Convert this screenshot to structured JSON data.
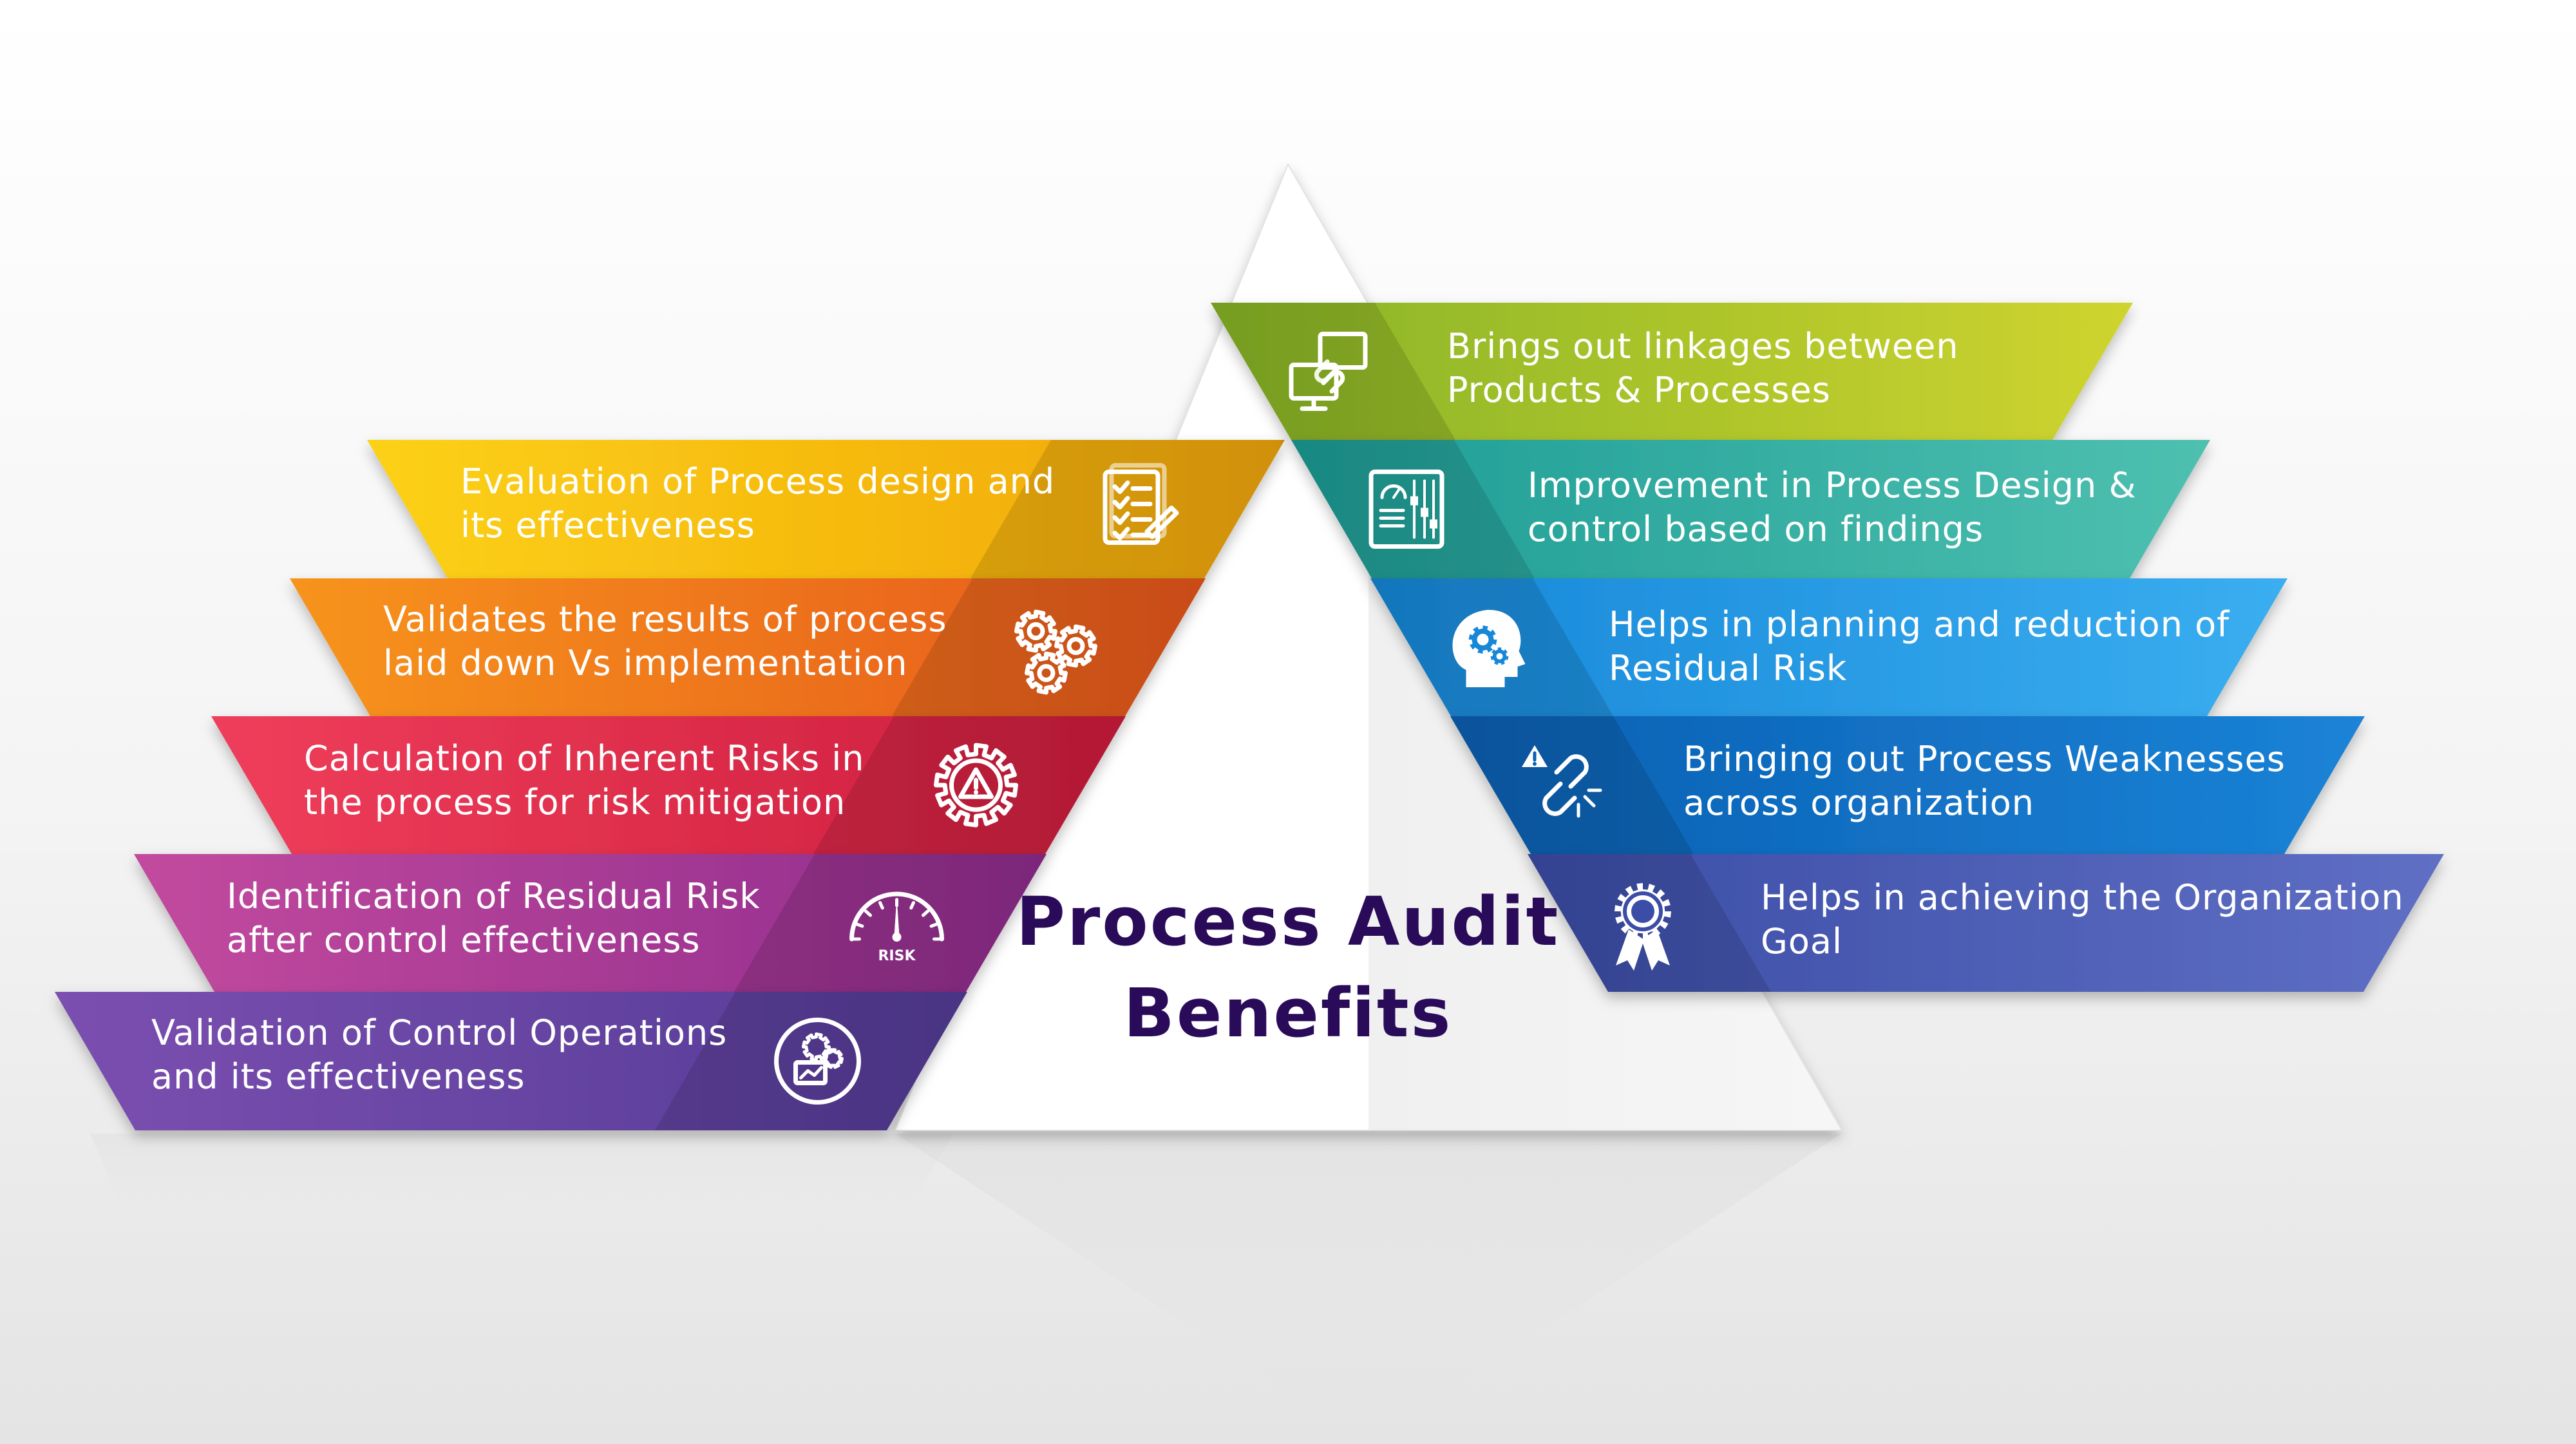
{
  "title": {
    "line1": "Process Audit",
    "line2": "Benefits"
  },
  "left_items": [
    {
      "line1": "Evaluation of Process design and",
      "line2": "its effectiveness",
      "icon": "checklist-icon",
      "color_light": "#fcd116",
      "color_dark": "#f0a50a"
    },
    {
      "line1": "Validates the results of process",
      "line2": "laid down Vs implementation",
      "icon": "gears-icon",
      "color_light": "#f7941d",
      "color_dark": "#e5561c"
    },
    {
      "line1": "Calculation of Inherent Risks in",
      "line2": "the process for risk mitigation",
      "icon": "warning-gear-icon",
      "color_light": "#ef3e5b",
      "color_dark": "#cc1d3c"
    },
    {
      "line1": "Identification of Residual Risk",
      "line2": "after control effectiveness",
      "icon": "risk-gauge-icon",
      "color_light": "#c24a9e",
      "color_dark": "#8e2c8c"
    },
    {
      "line1": "Validation of Control Operations",
      "line2": "and its effectiveness",
      "icon": "gear-monitor-icon",
      "color_light": "#7b4fb0",
      "color_dark": "#543b96"
    }
  ],
  "right_items": [
    {
      "line1": "Brings out linkages between",
      "line2": "Products & Processes",
      "icon": "linked-screens-icon",
      "color_light": "#cfd42f",
      "color_dark": "#86b327"
    },
    {
      "line1": "Improvement in Process Design &",
      "line2": "control based on findings",
      "icon": "control-panel-icon",
      "color_light": "#4ec0b0",
      "color_dark": "#1d9c95"
    },
    {
      "line1": "Helps in planning and reduction of",
      "line2": "Residual Risk",
      "icon": "head-gears-icon",
      "color_light": "#3aaef0",
      "color_dark": "#1787d8"
    },
    {
      "line1": "Bringing  out Process Weaknesses",
      "line2": "across organization",
      "icon": "broken-chain-icon",
      "color_light": "#1b83d6",
      "color_dark": "#0a5fb2"
    },
    {
      "line1": "Helps in achieving the Organization",
      "line2": "Goal",
      "icon": "award-ribbon-icon",
      "color_light": "#5f6fc4",
      "color_dark": "#3b4da6"
    }
  ],
  "icon_labels": {
    "risk": "RISK"
  }
}
